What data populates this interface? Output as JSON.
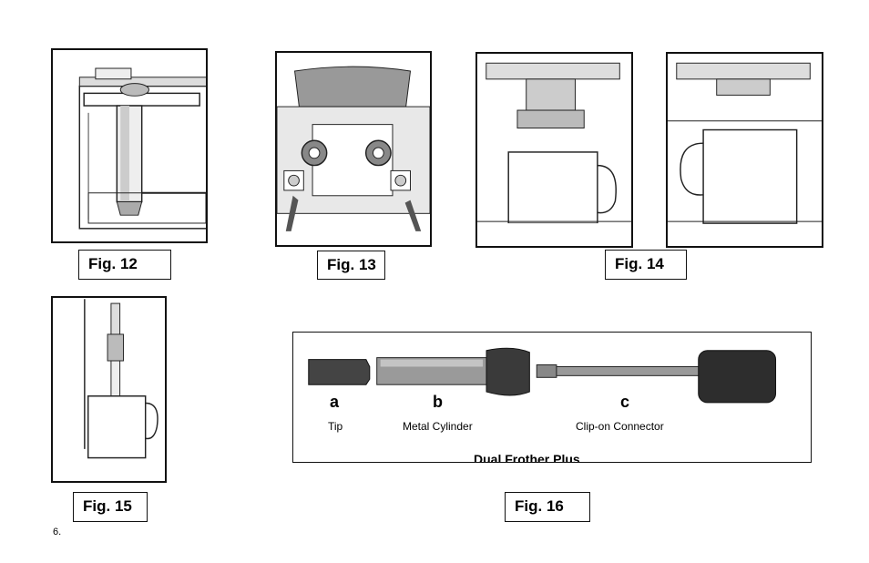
{
  "figures": {
    "fig12": "Fig. 12",
    "fig13": "Fig. 13",
    "fig14": "Fig. 14",
    "fig15": "Fig. 15",
    "fig16": "Fig. 16"
  },
  "parts": [
    {
      "letter": "a",
      "name": "Tip"
    },
    {
      "letter": "b",
      "name": "Metal Cylinder"
    },
    {
      "letter": "c",
      "name": "Clip-on Connector"
    }
  ],
  "frother_caption": "Dual Frother Plus",
  "page_number": "6."
}
